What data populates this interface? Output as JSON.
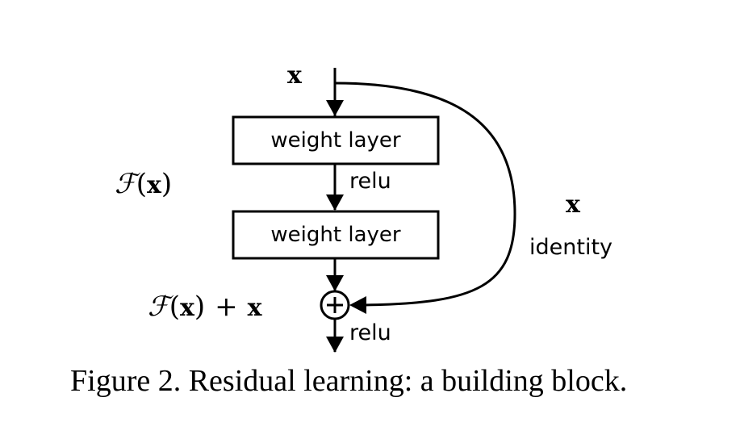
{
  "diagram": {
    "input_label": "x",
    "layers": [
      {
        "label": "weight layer"
      },
      {
        "label": "weight layer"
      }
    ],
    "activation_between": "relu",
    "activation_output": "relu",
    "residual_function": {
      "F": "ℱ",
      "open": "(",
      "x": "x",
      "close": ")"
    },
    "sum_expression": {
      "F": "ℱ",
      "open": "(",
      "x": "x",
      "close": ")",
      "plus": "+",
      "x2": "x"
    },
    "shortcut_label_math": "x",
    "shortcut_label_text": "identity",
    "adder_symbol": "+"
  },
  "caption": "Figure 2. Residual learning: a building block."
}
